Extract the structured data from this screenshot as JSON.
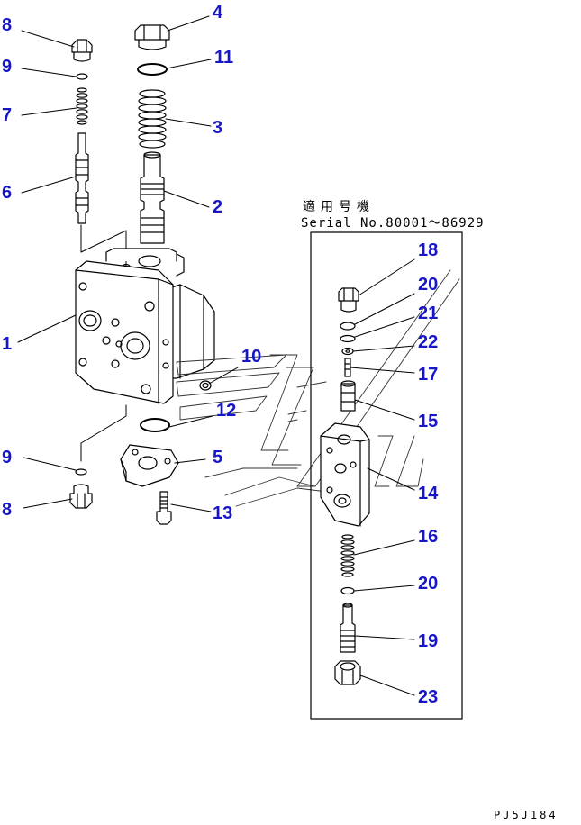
{
  "serial_block": {
    "title": "適用号機",
    "range": "Serial No.80001～86929"
  },
  "drawing_code": "PJ5J184",
  "callouts": [
    {
      "id": "c8a",
      "label": "8"
    },
    {
      "id": "c4",
      "label": "4"
    },
    {
      "id": "c9a",
      "label": "9"
    },
    {
      "id": "c11",
      "label": "11"
    },
    {
      "id": "c7",
      "label": "7"
    },
    {
      "id": "c3",
      "label": "3"
    },
    {
      "id": "c6",
      "label": "6"
    },
    {
      "id": "c2",
      "label": "2"
    },
    {
      "id": "c1",
      "label": "1"
    },
    {
      "id": "c10",
      "label": "10"
    },
    {
      "id": "c12",
      "label": "12"
    },
    {
      "id": "c9b",
      "label": "9"
    },
    {
      "id": "c5",
      "label": "5"
    },
    {
      "id": "c8b",
      "label": "8"
    },
    {
      "id": "c13",
      "label": "13"
    },
    {
      "id": "c18",
      "label": "18"
    },
    {
      "id": "c20a",
      "label": "20"
    },
    {
      "id": "c21",
      "label": "21"
    },
    {
      "id": "c22",
      "label": "22"
    },
    {
      "id": "c17",
      "label": "17"
    },
    {
      "id": "c15",
      "label": "15"
    },
    {
      "id": "c14",
      "label": "14"
    },
    {
      "id": "c16",
      "label": "16"
    },
    {
      "id": "c20b",
      "label": "20"
    },
    {
      "id": "c19",
      "label": "19"
    },
    {
      "id": "c23",
      "label": "23"
    }
  ],
  "colors": {
    "callout": "#1616c8",
    "line": "#000000"
  }
}
